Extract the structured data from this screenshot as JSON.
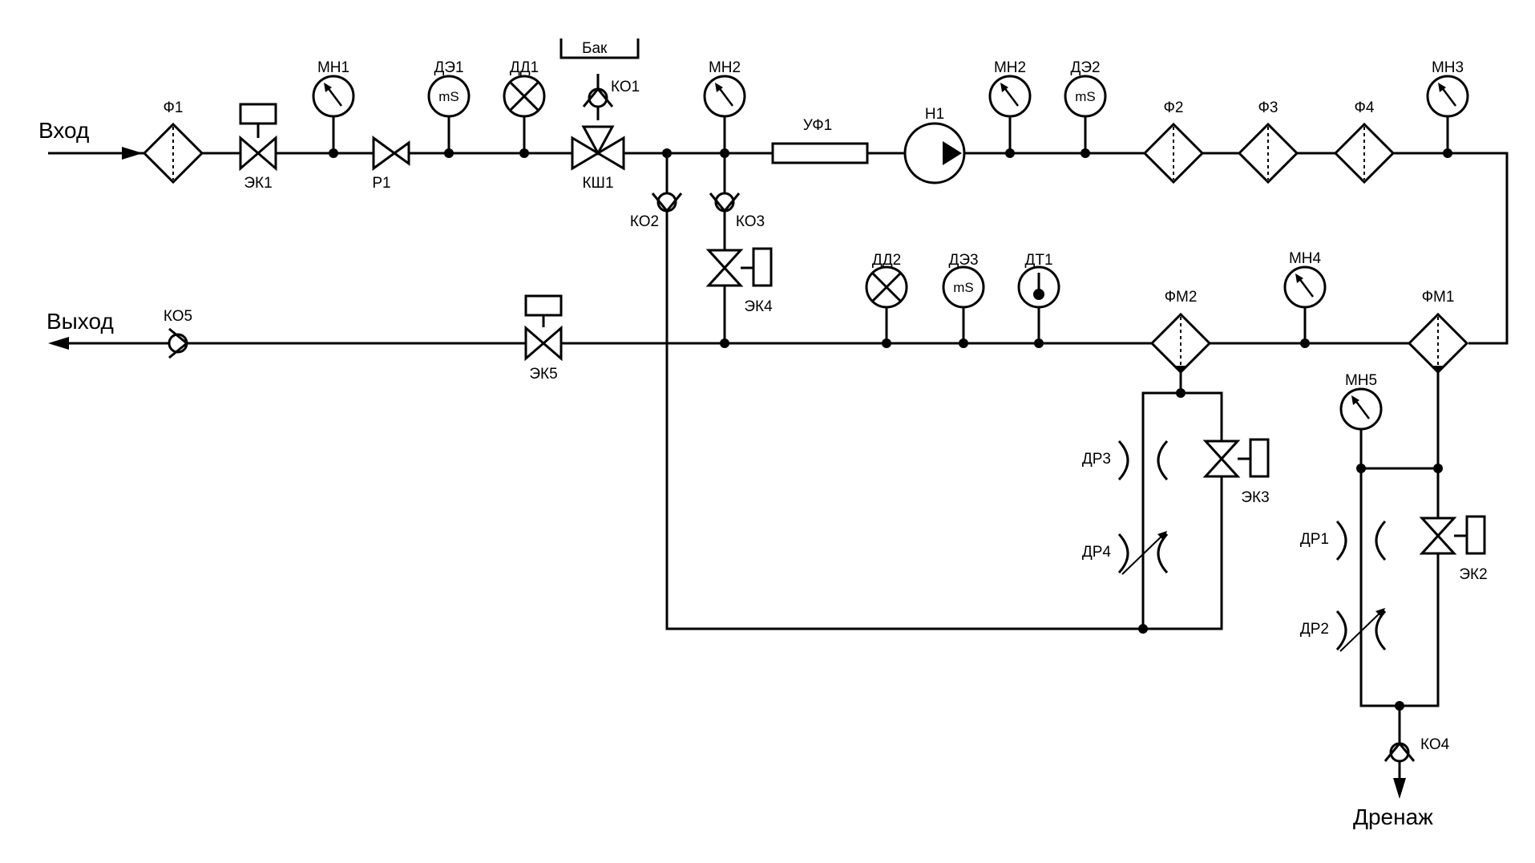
{
  "colors": {
    "line": "#000000",
    "background": "#ffffff"
  },
  "ports": {
    "inlet": "Вход",
    "outlet": "Выход",
    "drain": "Дренаж",
    "tank": "Бак"
  },
  "gauge_unit": "mS",
  "labels": {
    "f1": "Ф1",
    "ek1": "ЭК1",
    "mn1": "МН1",
    "r1": "Р1",
    "de1": "ДЭ1",
    "dd1": "ДД1",
    "ko1": "КО1",
    "ksh1": "КШ1",
    "mn2a": "МН2",
    "ko2": "КО2",
    "ko3": "КО3",
    "ek4": "ЭК4",
    "uf1": "УФ1",
    "n1": "Н1",
    "mn2b": "МН2",
    "de2": "ДЭ2",
    "f2": "Ф2",
    "f3": "Ф3",
    "f4": "Ф4",
    "mn3": "МН3",
    "ko5": "КО5",
    "ek5": "ЭК5",
    "dd2": "ДД2",
    "de3": "ДЭ3",
    "dt1": "ДТ1",
    "fm2": "ФМ2",
    "mn4": "МН4",
    "fm1": "ФМ1",
    "dr3": "ДР3",
    "dr4": "ДР4",
    "ek3": "ЭК3",
    "mn5": "МН5",
    "dr1": "ДР1",
    "dr2": "ДР2",
    "ek2": "ЭК2",
    "ko4": "КО4"
  }
}
